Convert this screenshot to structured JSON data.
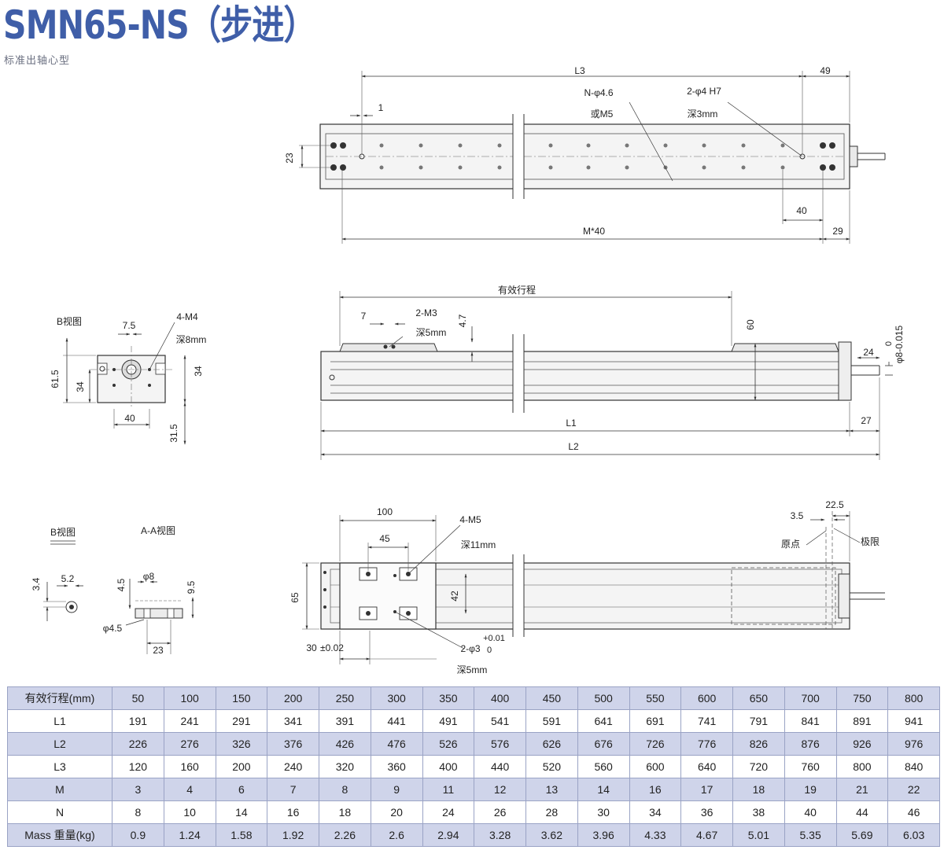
{
  "header": {
    "title": "SMN65-NS（步进）",
    "subtitle": "标准出轴心型"
  },
  "top_view": {
    "L3": "L3",
    "d49": "49",
    "d1": "1",
    "holes": "N-φ4.6",
    "holes_alt": "或M5",
    "pin": "2-φ4  H7",
    "pin_depth": "深3mm",
    "d23": "23",
    "d40": "40",
    "M40": "M*40",
    "d29": "29"
  },
  "side_view": {
    "stroke": "有效行程",
    "d7": "7",
    "tap": "2-M3",
    "tap_depth": "深5mm",
    "d47": "4.7",
    "d60": "60",
    "d24": "24",
    "shaft_tol_top": "0",
    "shaft_tol": "φ8-0.015",
    "L1": "L1",
    "d27": "27",
    "L2": "L2"
  },
  "b_view": {
    "label": "B视图",
    "d75": "7.5",
    "tap": "4-M4",
    "tap_depth": "深8mm",
    "d615": "61.5",
    "d34a": "34",
    "d34b": "34",
    "d40": "40",
    "d315": "31.5"
  },
  "bottom_view": {
    "d100": "100",
    "tap": "4-M5",
    "tap_depth": "深11mm",
    "d45": "45",
    "d35": "3.5",
    "d225": "22.5",
    "origin": "原点",
    "limit": "极限",
    "d65": "65",
    "d42": "42",
    "d30": "30",
    "tol002": "±0.02",
    "pin": "2-φ3",
    "pin_tol_top": "+0.01",
    "pin_tol_bot": "0",
    "pin_depth": "深5mm"
  },
  "small_views": {
    "b_label": "B视图",
    "aa_label": "A-A视图",
    "d34": "3.4",
    "d52": "5.2",
    "d45a": "4.5",
    "phi8": "φ8",
    "d95": "9.5",
    "phi45": "φ4.5",
    "d23": "23"
  },
  "spec_table": {
    "rows": [
      {
        "label": "有效行程(mm)",
        "values": [
          "50",
          "100",
          "150",
          "200",
          "250",
          "300",
          "350",
          "400",
          "450",
          "500",
          "550",
          "600",
          "650",
          "700",
          "750",
          "800"
        ]
      },
      {
        "label": "L1",
        "values": [
          "191",
          "241",
          "291",
          "341",
          "391",
          "441",
          "491",
          "541",
          "591",
          "641",
          "691",
          "741",
          "791",
          "841",
          "891",
          "941"
        ]
      },
      {
        "label": "L2",
        "values": [
          "226",
          "276",
          "326",
          "376",
          "426",
          "476",
          "526",
          "576",
          "626",
          "676",
          "726",
          "776",
          "826",
          "876",
          "926",
          "976"
        ]
      },
      {
        "label": "L3",
        "values": [
          "120",
          "160",
          "200",
          "240",
          "320",
          "360",
          "400",
          "440",
          "520",
          "560",
          "600",
          "640",
          "720",
          "760",
          "800",
          "840"
        ]
      },
      {
        "label": "M",
        "values": [
          "3",
          "4",
          "6",
          "7",
          "8",
          "9",
          "11",
          "12",
          "13",
          "14",
          "16",
          "17",
          "18",
          "19",
          "21",
          "22"
        ]
      },
      {
        "label": "N",
        "values": [
          "8",
          "10",
          "14",
          "16",
          "18",
          "20",
          "24",
          "26",
          "28",
          "30",
          "34",
          "36",
          "38",
          "40",
          "44",
          "46"
        ]
      },
      {
        "label": "Mass 重量(kg)",
        "values": [
          "0.9",
          "1.24",
          "1.58",
          "1.92",
          "2.26",
          "2.6",
          "2.94",
          "3.28",
          "3.62",
          "3.96",
          "4.33",
          "4.67",
          "5.01",
          "5.35",
          "5.69",
          "6.03"
        ]
      }
    ]
  }
}
